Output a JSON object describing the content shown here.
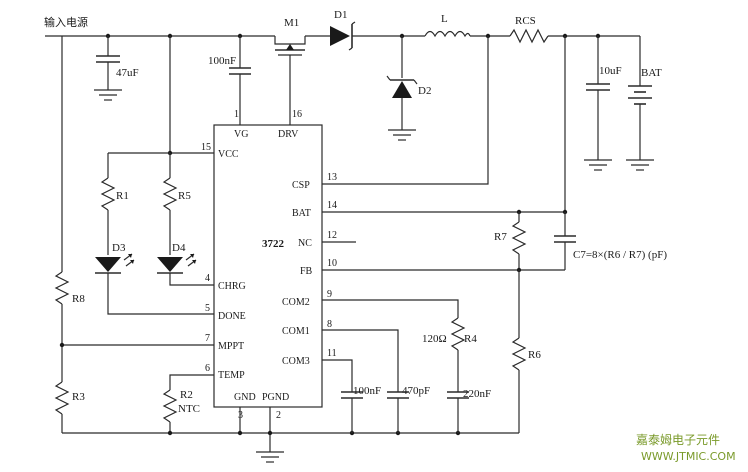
{
  "input": {
    "label": "输入电源"
  },
  "chip": {
    "name": "3722"
  },
  "components": {
    "m1": "M1",
    "d1": "D1",
    "d2": "D2",
    "d3": "D3",
    "d4": "D4",
    "l": "L",
    "rcs": "RCS",
    "bat": "BAT",
    "r1": "R1",
    "r2": "R2",
    "r2_sub": "NTC",
    "r3": "R3",
    "r4": "120Ω",
    "r4_name": "R4",
    "r5": "R5",
    "r6": "R6",
    "r7": "R7",
    "r8": "R8",
    "c_47uf": "47uF",
    "c_100nf_top": "100nF",
    "c_10uf": "10uF",
    "c_100nf_bot": "100nF",
    "c_470pf": "470pF",
    "c_220nf": "220nF"
  },
  "pins": {
    "vg": "VG",
    "vg_num": "1",
    "drv": "DRV",
    "drv_num": "16",
    "vcc": "VCC",
    "vcc_num": "15",
    "csp": "CSP",
    "csp_num": "13",
    "bat": "BAT",
    "bat_num": "14",
    "nc": "NC",
    "nc_num": "12",
    "fb": "FB",
    "fb_num": "10",
    "chrg": "CHRG",
    "chrg_num": "4",
    "done": "DONE",
    "done_num": "5",
    "mppt": "MPPT",
    "mppt_num": "7",
    "temp": "TEMP",
    "temp_num": "6",
    "com2": "COM2",
    "com2_num": "9",
    "com1": "COM1",
    "com1_num": "8",
    "com3": "COM3",
    "com3_num": "11",
    "gnd": "GND",
    "gnd_num": "3",
    "pgnd": "PGND",
    "pgnd_num": "2"
  },
  "formula": "C7=8×(R6 / R7)   (pF)",
  "watermark": {
    "line1": "嘉泰姆电子元件",
    "line2": "WWW.JTMIC.COM"
  }
}
